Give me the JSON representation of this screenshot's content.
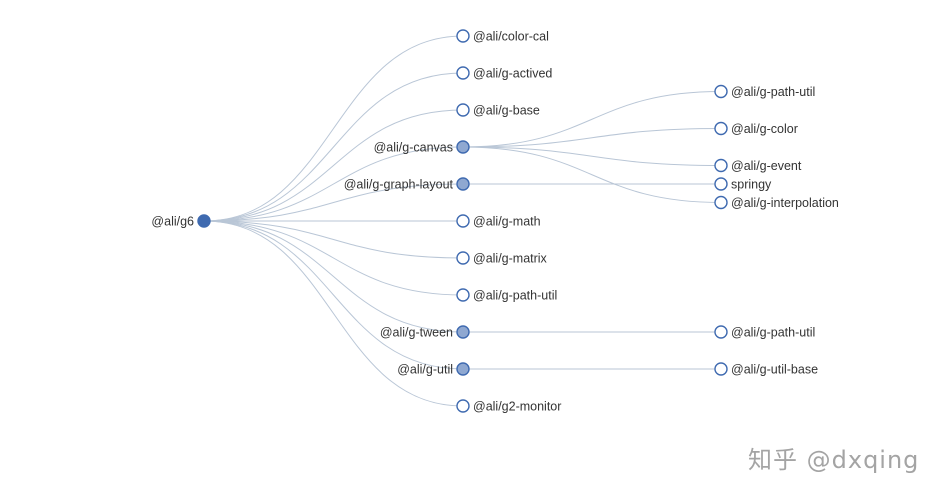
{
  "colors": {
    "link": "#b9c6d6",
    "node_stroke": "#3f6ab0",
    "leaf_fill": "#ffffff",
    "parent_fill": "#8fa8d1",
    "root_fill": "#3f6ab0",
    "label": "#333333"
  },
  "tree": {
    "name": "@ali/g6",
    "children": [
      {
        "name": "@ali/color-cal"
      },
      {
        "name": "@ali/g-actived"
      },
      {
        "name": "@ali/g-base"
      },
      {
        "name": "@ali/g-canvas",
        "children": [
          {
            "name": "@ali/g-path-util"
          },
          {
            "name": "@ali/g-color"
          },
          {
            "name": "@ali/g-event"
          },
          {
            "name": "@ali/g-interpolation"
          }
        ]
      },
      {
        "name": "@ali/g-graph-layout",
        "children": [
          {
            "name": "springy"
          }
        ]
      },
      {
        "name": "@ali/g-math"
      },
      {
        "name": "@ali/g-matrix"
      },
      {
        "name": "@ali/g-path-util"
      },
      {
        "name": "@ali/g-tween",
        "children": [
          {
            "name": "@ali/g-path-util"
          }
        ]
      },
      {
        "name": "@ali/g-util",
        "children": [
          {
            "name": "@ali/g-util-base"
          }
        ]
      },
      {
        "name": "@ali/g2-monitor"
      }
    ]
  },
  "watermark": "知乎 @dxqing"
}
